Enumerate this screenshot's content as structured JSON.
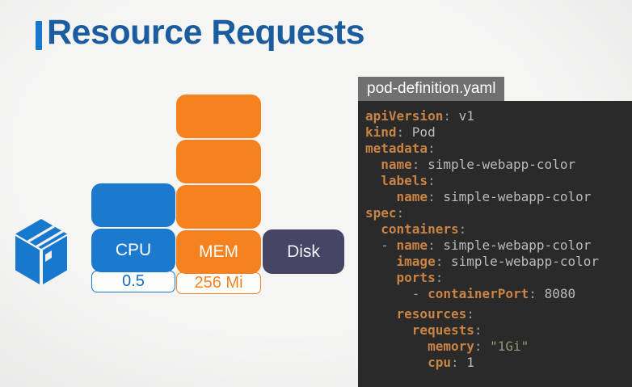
{
  "title": "Resource Requests",
  "icons": {
    "package": "package-box-icon"
  },
  "colors": {
    "title_blue": "#1a5c9e",
    "accent_blue": "#1878cd",
    "cpu_blue": "#1b7ace",
    "mem_orange": "#f5821f",
    "disk_slate": "#474566",
    "tab_gray": "#707070",
    "panel_bg": "#2a2a2a",
    "code_key": "#c98345",
    "code_value": "#b9bcbe",
    "code_string": "#8d9b78"
  },
  "diagram": {
    "cpu": {
      "label": "CPU",
      "value": "0.5",
      "blocks_above": 1
    },
    "mem": {
      "label": "MEM",
      "value": "256 Mi",
      "blocks_above": 3
    },
    "disk": {
      "label": "Disk"
    }
  },
  "code_panel": {
    "filename": "pod-definition.yaml",
    "lines": [
      {
        "tokens": [
          {
            "t": "key",
            "s": "apiVersion"
          },
          {
            "t": "pun",
            "s": ": "
          },
          {
            "t": "val",
            "s": "v1"
          }
        ]
      },
      {
        "tokens": [
          {
            "t": "key",
            "s": "kind"
          },
          {
            "t": "pun",
            "s": ": "
          },
          {
            "t": "val",
            "s": "Pod"
          }
        ]
      },
      {
        "tokens": [
          {
            "t": "key",
            "s": "metadata"
          },
          {
            "t": "pun",
            "s": ":"
          }
        ]
      },
      {
        "tokens": [
          {
            "t": "pun",
            "s": "  "
          },
          {
            "t": "key",
            "s": "name"
          },
          {
            "t": "pun",
            "s": ": "
          },
          {
            "t": "val",
            "s": "simple-webapp-color"
          }
        ]
      },
      {
        "tokens": [
          {
            "t": "pun",
            "s": "  "
          },
          {
            "t": "key",
            "s": "labels"
          },
          {
            "t": "pun",
            "s": ":"
          }
        ]
      },
      {
        "tokens": [
          {
            "t": "pun",
            "s": "    "
          },
          {
            "t": "key",
            "s": "name"
          },
          {
            "t": "pun",
            "s": ": "
          },
          {
            "t": "val",
            "s": "simple-webapp-color"
          }
        ]
      },
      {
        "tokens": [
          {
            "t": "key",
            "s": "spec"
          },
          {
            "t": "pun",
            "s": ":"
          }
        ]
      },
      {
        "tokens": [
          {
            "t": "pun",
            "s": "  "
          },
          {
            "t": "key",
            "s": "containers"
          },
          {
            "t": "pun",
            "s": ":"
          }
        ]
      },
      {
        "tokens": [
          {
            "t": "pun",
            "s": "  - "
          },
          {
            "t": "key",
            "s": "name"
          },
          {
            "t": "pun",
            "s": ": "
          },
          {
            "t": "val",
            "s": "simple-webapp-color"
          }
        ]
      },
      {
        "tokens": [
          {
            "t": "pun",
            "s": "    "
          },
          {
            "t": "key",
            "s": "image"
          },
          {
            "t": "pun",
            "s": ": "
          },
          {
            "t": "val",
            "s": "simple-webapp-color"
          }
        ]
      },
      {
        "tokens": [
          {
            "t": "pun",
            "s": "    "
          },
          {
            "t": "key",
            "s": "ports"
          },
          {
            "t": "pun",
            "s": ":"
          }
        ]
      },
      {
        "tokens": [
          {
            "t": "pun",
            "s": "      - "
          },
          {
            "t": "key",
            "s": "containerPort"
          },
          {
            "t": "pun",
            "s": ": "
          },
          {
            "t": "val",
            "s": "8080"
          }
        ]
      },
      {
        "gap": true,
        "tokens": [
          {
            "t": "pun",
            "s": "    "
          },
          {
            "t": "key",
            "s": "resources"
          },
          {
            "t": "pun",
            "s": ":"
          }
        ]
      },
      {
        "tokens": [
          {
            "t": "pun",
            "s": "      "
          },
          {
            "t": "key",
            "s": "requests"
          },
          {
            "t": "pun",
            "s": ":"
          }
        ]
      },
      {
        "tokens": [
          {
            "t": "pun",
            "s": "        "
          },
          {
            "t": "key",
            "s": "memory"
          },
          {
            "t": "pun",
            "s": ": "
          },
          {
            "t": "str",
            "s": "\"1Gi\""
          }
        ]
      },
      {
        "tokens": [
          {
            "t": "pun",
            "s": "        "
          },
          {
            "t": "key",
            "s": "cpu"
          },
          {
            "t": "pun",
            "s": ": "
          },
          {
            "t": "val",
            "s": "1"
          }
        ]
      }
    ]
  }
}
